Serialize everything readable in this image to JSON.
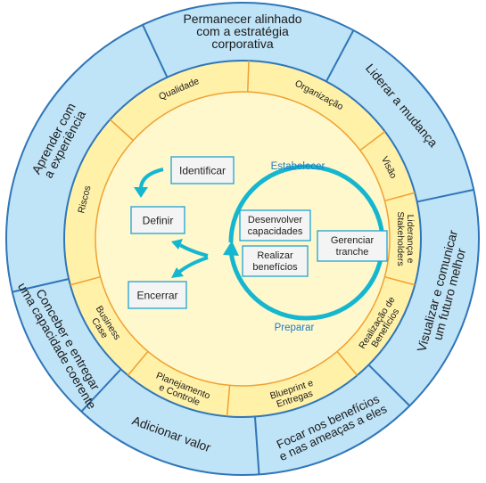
{
  "colors": {
    "outer_ring": "#bfe3f7",
    "outer_stroke": "#2f76b8",
    "middle_ring": "#fff1a8",
    "middle_stroke": "#f0a030",
    "center": "#fff8cc",
    "cycle": "#14b7cf",
    "box_fill": "#f4f4f4",
    "box_border": "#1ea3d2",
    "cycle_label": "#1f7bc7"
  },
  "outer_segments": [
    {
      "lines": [
        "Permanecer alinhado",
        "com a estratégia",
        "corporativa"
      ]
    },
    {
      "lines": [
        "Liderar a mudança"
      ]
    },
    {
      "lines": [
        "Visualizar e comunicar",
        "um futuro melhor"
      ]
    },
    {
      "lines": [
        "Focar nos benefícios",
        "e nas ameaças a eles"
      ]
    },
    {
      "lines": [
        "Adicionar valor"
      ]
    },
    {
      "lines": [
        "Conceber e entregar",
        "uma capacidade coerente"
      ]
    },
    {
      "lines": [
        "Aprender com",
        "a experiência"
      ]
    }
  ],
  "middle_segments": [
    {
      "lines": [
        "Qualidade"
      ]
    },
    {
      "lines": [
        "Organização"
      ]
    },
    {
      "lines": [
        "Visão"
      ]
    },
    {
      "lines": [
        "Liderança e",
        "Stakeholders"
      ]
    },
    {
      "lines": [
        "Realização de",
        "Benefícios"
      ]
    },
    {
      "lines": [
        "Blueprint e",
        "Entregas"
      ]
    },
    {
      "lines": [
        "Planejamento",
        "e Controle"
      ]
    },
    {
      "lines": [
        "Business",
        "Case"
      ]
    },
    {
      "lines": [
        "Riscos"
      ]
    }
  ],
  "process_boxes": {
    "identificar": "Identificar",
    "definir": "Definir",
    "encerrar": "Encerrar",
    "desenvolver": [
      "Desenvolver",
      "capacidades"
    ],
    "realizar": [
      "Realizar",
      "benefícios"
    ],
    "gerenciar": [
      "Gerenciar",
      "tranche"
    ]
  },
  "cycle_labels": {
    "top": "Estabelecer",
    "bottom": "Preparar"
  }
}
